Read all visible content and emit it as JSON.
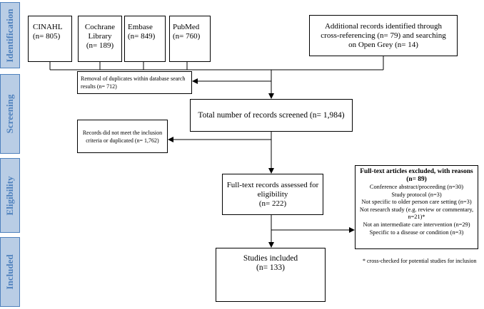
{
  "phases": {
    "identification": "Identification",
    "screening": "Screening",
    "eligibility": "Eligibility",
    "included": "Included"
  },
  "sources": [
    {
      "name": "CINAHL",
      "count": "(n= 805)"
    },
    {
      "name": "Cochrane\nLibrary",
      "count": "(n= 189)"
    },
    {
      "name": "Embase",
      "count": "(n= 849)"
    },
    {
      "name": "PubMed",
      "count": "(n= 760)"
    }
  ],
  "additional_records": "Additional records identified through cross-referencing (n= 79) and searching on Open Grey (n= 14)",
  "duplicates_removed": "Removal of duplicates within database search results (n= 712)",
  "screened": "Total number of records screened (n= 1,984)",
  "screen_excluded": "Records did not meet the inclusion criteria or duplicated (n= 1,762)",
  "fulltext": {
    "line1": "Full-text records assessed for eligibility",
    "line2": "(n= 222)"
  },
  "excluded": {
    "heading": "Full-text articles excluded, with reasons (n= 89)",
    "reasons": [
      "Conference abstract/proceeding (n=30)",
      "Study protocol (n=3)",
      "Not specific to older person care setting (n=3)",
      "Not research study (e.g. review or commentary, n=21)*",
      "Not an intermediate care intervention (n=29)",
      "Specific to a disease or condition (n=3)"
    ]
  },
  "included_box": {
    "line1": "Studies included",
    "line2": "(n= 133)"
  },
  "footnote": "* cross-checked for potential studies for inclusion",
  "colors": {
    "phase_fill": "#b9cde5",
    "phase_text": "#4f81bd"
  }
}
